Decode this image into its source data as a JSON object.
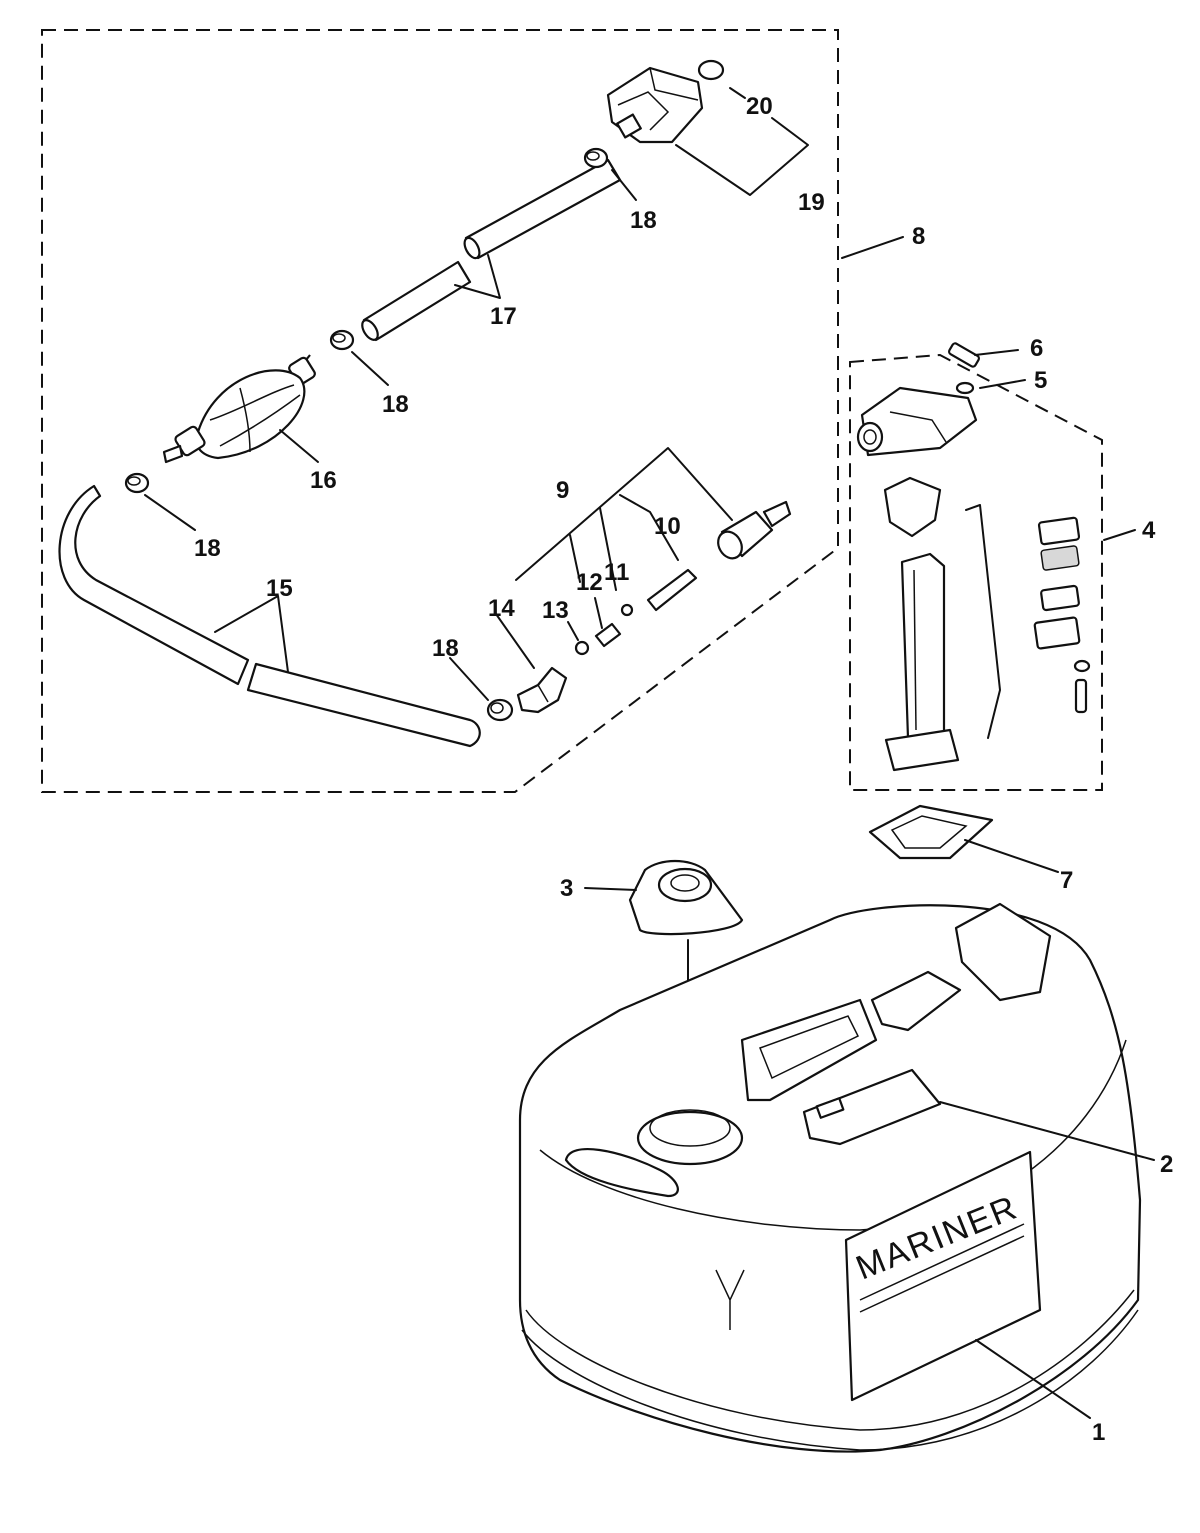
{
  "brand_label": "MARINER",
  "callouts": {
    "c1": "1",
    "c2": "2",
    "c3": "3",
    "c4": "4",
    "c5": "5",
    "c6": "6",
    "c7": "7",
    "c8": "8",
    "c9": "9",
    "c10": "10",
    "c11": "11",
    "c12": "12",
    "c13": "13",
    "c14": "14",
    "c15": "15",
    "c16": "16",
    "c17": "17",
    "c18a": "18",
    "c18b": "18",
    "c18c": "18",
    "c18d": "18",
    "c19": "19",
    "c20": "20"
  }
}
